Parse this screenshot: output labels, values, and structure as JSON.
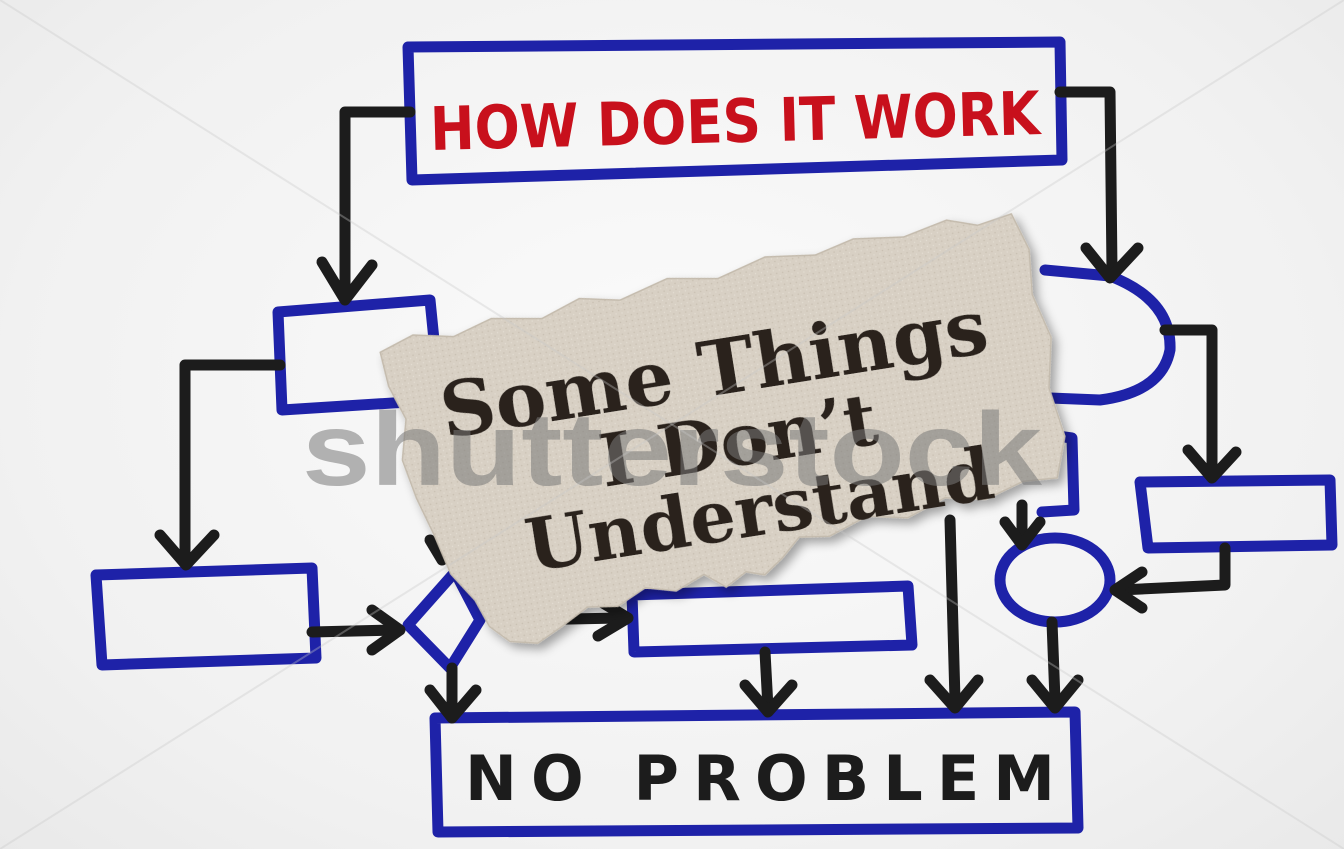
{
  "flowchart": {
    "top_box_label": "HOW DOES IT WORK",
    "bottom_box_label": "NO PROBLEM"
  },
  "clipping": {
    "line1": "Some Things",
    "line2": "I Don’t",
    "line3": "Understand"
  },
  "watermark": {
    "text": "shutterstock"
  },
  "colors": {
    "box_outline": "#1e22a8",
    "top_label": "#c8101c",
    "arrows": "#1c1c1c",
    "paper": "#d9d2c7"
  }
}
